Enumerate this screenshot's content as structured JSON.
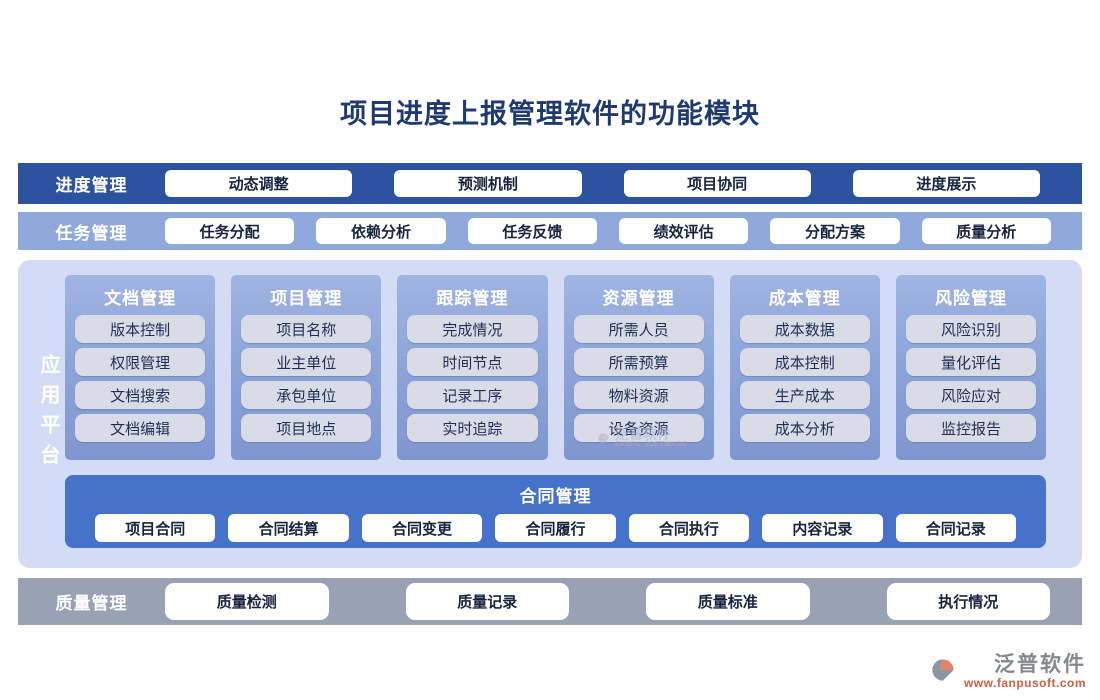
{
  "title": "项目进度上报管理软件的功能模块",
  "progress_row": {
    "label": "进度管理",
    "items": [
      "动态调整",
      "预测机制",
      "项目协同",
      "进度展示"
    ]
  },
  "task_row": {
    "label": "任务管理",
    "items": [
      "任务分配",
      "依赖分析",
      "任务反馈",
      "绩效评估",
      "分配方案",
      "质量分析"
    ]
  },
  "platform": {
    "label": "应用平台",
    "columns": [
      {
        "title": "文档管理",
        "items": [
          "版本控制",
          "权限管理",
          "文档搜索",
          "文档编辑"
        ]
      },
      {
        "title": "项目管理",
        "items": [
          "项目名称",
          "业主单位",
          "承包单位",
          "项目地点"
        ]
      },
      {
        "title": "跟踪管理",
        "items": [
          "完成情况",
          "时间节点",
          "记录工序",
          "实时追踪"
        ]
      },
      {
        "title": "资源管理",
        "items": [
          "所需人员",
          "所需预算",
          "物料资源",
          "设备资源"
        ]
      },
      {
        "title": "成本管理",
        "items": [
          "成本数据",
          "成本控制",
          "生产成本",
          "成本分析"
        ]
      },
      {
        "title": "风险管理",
        "items": [
          "风险识别",
          "量化评估",
          "风险应对",
          "监控报告"
        ]
      }
    ],
    "contract": {
      "title": "合同管理",
      "items": [
        "项目合同",
        "合同结算",
        "合同变更",
        "合同履行",
        "合同执行",
        "内容记录",
        "合同记录"
      ]
    }
  },
  "quality_row": {
    "label": "质量管理",
    "items": [
      "质量检测",
      "质量记录",
      "质量标准",
      "执行情况"
    ]
  },
  "watermark": {
    "text": "泛普软件",
    "subtext": "FANPU SOFTWARE"
  },
  "logo": {
    "name": "泛普软件",
    "url": "www.fanpusoft.com"
  },
  "colors": {
    "title_text": "#1e3a70",
    "progress_band": "#2d53a0",
    "task_band": "#8fa9dc",
    "platform_panel": "#d3dcf4",
    "column_panel_top": "#a0b4e2",
    "column_panel_bottom": "#8096d0",
    "chip_bg": "#d9dce6",
    "contract_panel": "#4673c9",
    "quality_band": "#98a2b3",
    "logo_orange": "#e2836a",
    "logo_url": "#cf5f44"
  }
}
